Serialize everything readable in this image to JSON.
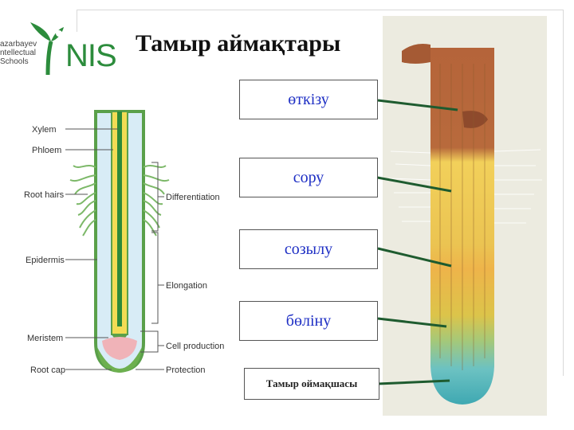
{
  "title": "Тамыр аймақтары",
  "logo": {
    "nis": "NIS",
    "lines": [
      "azarbayev",
      "ntellectual",
      "Schools"
    ]
  },
  "left_diagram": {
    "left_labels": [
      "Xylem",
      "Phloem",
      "Root hairs",
      "Epidermis",
      "Meristem",
      "Root cap"
    ],
    "right_labels": [
      "Differentiation",
      "Elongation",
      "Cell production",
      "Protection"
    ]
  },
  "zone_labels": [
    "өткізу",
    "сору",
    "созылу",
    "бөліну",
    "Тамыр оймақшасы"
  ],
  "colors": {
    "title": "#111111",
    "label_text": "#1d2ec4",
    "logo_green": "#2c8c3c",
    "connector": "#1e5b2f",
    "root_outline": "#5aa04a",
    "root_fill": "#d8ecf6",
    "xylem": "#e8c630",
    "meristem": "#f0b3b8"
  }
}
